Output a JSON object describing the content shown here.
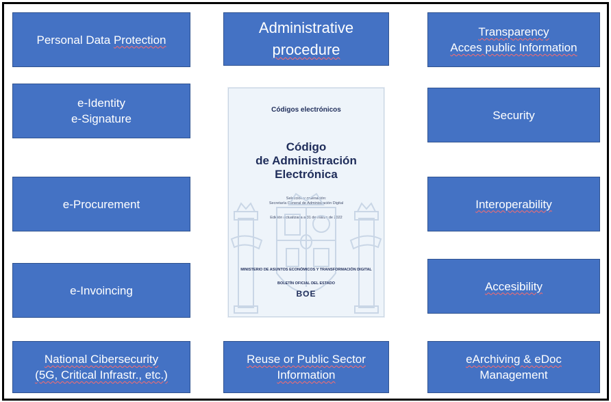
{
  "tiles": {
    "personal_data": [
      "Personal Data ",
      "Protection"
    ],
    "admin_procedure": [
      "Administrative",
      "procedure"
    ],
    "transparency": [
      "Transparency",
      "Acces public Information"
    ],
    "eidentity": [
      "e-Identity",
      "e-Signature"
    ],
    "security": "Security",
    "eprocurement": "e-Procurement",
    "interoperability": "Interoperability",
    "einvoicing": "e-Invoincing",
    "accesibility": "Accesibility",
    "cibersecurity": [
      "National Cibersecurity",
      "(5G, Critical Infrastr., etc.)"
    ],
    "reuse": [
      "Reuse or Public Sector",
      "Information"
    ],
    "earchiving": [
      "eArchiving & eDoc",
      "Management"
    ]
  },
  "book": {
    "series": "Códigos electrónicos",
    "title_lines": [
      "Código",
      "de Administración",
      "Electrónica"
    ],
    "selection": "Selección y ordenación:",
    "secretaria": "Secretaría General de Administración Digital",
    "edition": "Edición actualizada a 31 de marzo de 2022",
    "ministry": "MINISTERIO DE ASUNTOS ECONÓMICOS Y TRANSFORMACIÓN DIGITAL",
    "boe_label": "BOLETÍN OFICIAL DEL ESTADO",
    "boe_logo": "BOE"
  }
}
